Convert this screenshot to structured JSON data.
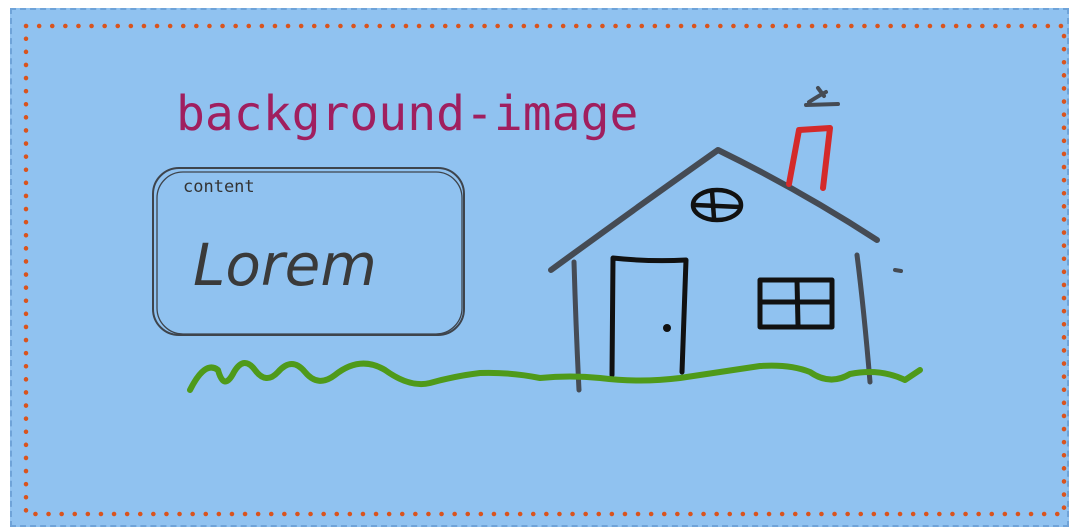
{
  "title": "background-image",
  "content_box": {
    "label": "content",
    "text": "Lorem"
  },
  "colors": {
    "background": "#90c2f0",
    "outer_border": "#6fa3d8",
    "dotted_border": "#d9541e",
    "title": "#a01f5f",
    "house_outline": "#454b54",
    "chimney": "#d42a2a",
    "ground": "#4f9a1a"
  },
  "icons": [
    "house-drawing",
    "chimney",
    "smoke",
    "round-window",
    "door",
    "square-window",
    "ground-line"
  ]
}
